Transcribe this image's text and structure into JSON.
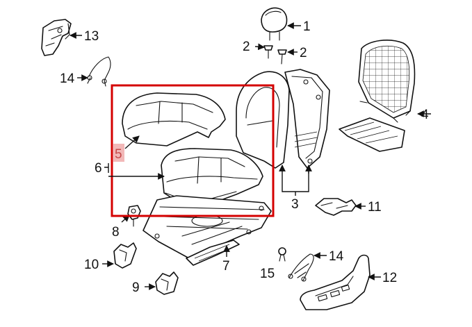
{
  "diagram": {
    "highlight_color": "#d40000",
    "callout_label_bg": "#f2b8b8",
    "callout_label_text": "#c44a4a",
    "line_color": "#111111"
  },
  "labels": {
    "l1": "1",
    "l2a": "2",
    "l2b": "2",
    "l3": "3",
    "l4": "4",
    "l5": "5",
    "l6": "6",
    "l7": "7",
    "l8": "8",
    "l9": "9",
    "l10": "10",
    "l11": "11",
    "l12": "12",
    "l13": "13",
    "l14a": "14",
    "l14b": "14",
    "l15": "15"
  }
}
